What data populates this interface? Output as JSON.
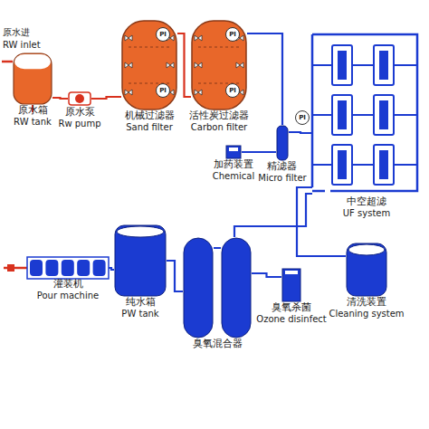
{
  "diagram": {
    "nodes": [
      {
        "text": [
          "原水箱",
          "RW tank"
        ]
      },
      {
        "text": [
          "原水泵",
          "Rw pump"
        ]
      },
      {
        "text": [
          "机械过滤器",
          "Sand filter"
        ]
      },
      {
        "text": [
          "活性炭过滤器",
          "Carbon filter"
        ]
      },
      {
        "text": [
          "加药装置",
          "Chemical"
        ]
      },
      {
        "text": [
          "精滤器",
          "Micro filter"
        ]
      },
      {
        "text": [
          "中空超滤",
          "UF system"
        ]
      },
      {
        "text": [
          "清洗装置",
          "Cleaning system"
        ]
      },
      {
        "text": [
          "灌装机",
          "Pour machine"
        ]
      },
      {
        "text": [
          "纯水箱",
          "PW tank"
        ]
      },
      {
        "text": [
          "臭氧混合器"
        ]
      },
      {
        "text": [
          "臭氧杀菌",
          "Ozone disinfect"
        ]
      }
    ],
    "edges": [
      {
        "from": 0,
        "to": 1,
        "arrow": "none"
      },
      {
        "from": 1,
        "to": 2,
        "arrow": "none"
      },
      {
        "from": 2,
        "to": 3,
        "arrow": "none"
      },
      {
        "from": 3,
        "to": 5,
        "arrow": "none"
      },
      {
        "from": 4,
        "to": 5,
        "arrow": "none"
      },
      {
        "from": 5,
        "to": 6,
        "arrow": "none"
      },
      {
        "from": 7,
        "to": 6,
        "arrow": "none"
      },
      {
        "from": 6,
        "to": 10,
        "arrow": "none"
      },
      {
        "from": 11,
        "to": 10,
        "arrow": "none"
      },
      {
        "from": 10,
        "to": 9,
        "arrow": "none"
      },
      {
        "from": 9,
        "to": 8,
        "arrow": "none"
      }
    ],
    "labels": [
      "原水进",
      "RW inlet",
      "PI",
      "PI",
      "PI",
      "PI",
      "PI"
    ]
  }
}
